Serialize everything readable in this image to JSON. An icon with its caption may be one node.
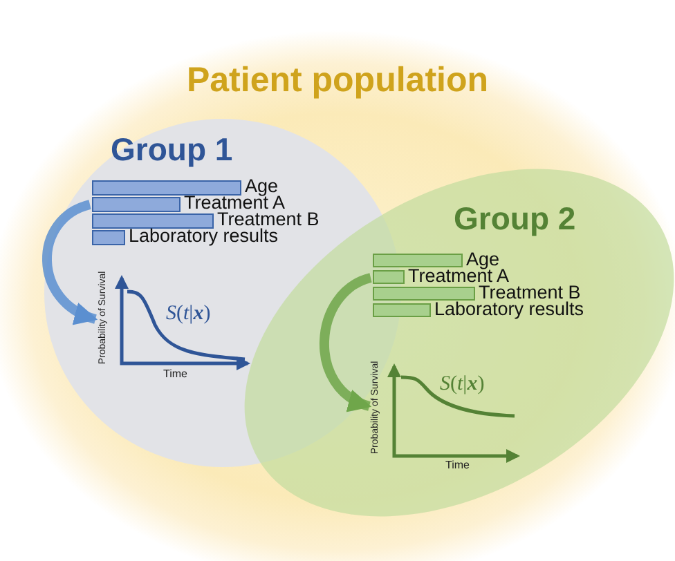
{
  "diagram": {
    "nodes": [
      {
        "text": [
          "Patient population"
        ]
      },
      {
        "text": [
          "Group 1"
        ],
        "in": 0
      },
      {
        "text": [
          "Group 2"
        ],
        "in": 0
      },
      {
        "text": [
          "Age",
          "Treatment A",
          "Treatment B",
          "Laboratory results"
        ],
        "in": 1
      },
      {
        "text": [
          "Probability of Survival",
          "*S*(*t*|**x**)",
          "Time"
        ],
        "in": 1
      },
      {
        "text": [
          "Age",
          "Treatment A",
          "Treatment B",
          "Laboratory results"
        ],
        "in": 2
      },
      {
        "text": [
          "Probability of Survival",
          "*S*(*t*|**x**)",
          "Time"
        ],
        "in": 2
      }
    ],
    "edges": [
      {
        "from": 3,
        "to": 4,
        "arrow": "to",
        "color": "#5b8fd0"
      },
      {
        "from": 5,
        "to": 6,
        "arrow": "to",
        "color": "#6fa64a"
      }
    ]
  }
}
